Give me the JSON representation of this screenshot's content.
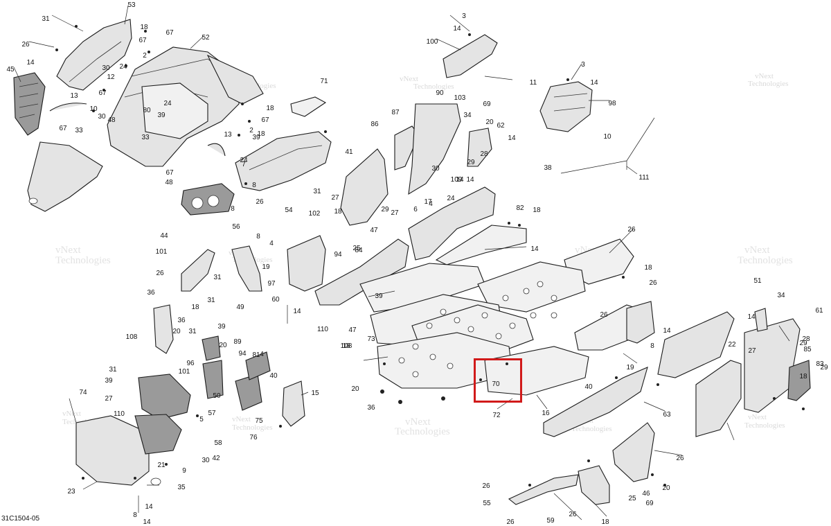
{
  "diagram": {
    "code": "31C1504-05",
    "highlight_color": "#d11a1a",
    "watermark_lines": [
      "vNext",
      "Technologies"
    ],
    "callouts": [
      "53",
      "31",
      "18",
      "67",
      "26",
      "52",
      "14",
      "67",
      "45",
      "2",
      "30",
      "24",
      "12",
      "13",
      "67",
      "71",
      "10",
      "30",
      "33",
      "48",
      "39",
      "80",
      "67",
      "24",
      "33",
      "18",
      "67",
      "18",
      "2",
      "3",
      "14",
      "100",
      "11",
      "103",
      "90",
      "3",
      "14",
      "98",
      "34",
      "87",
      "86",
      "69",
      "62",
      "20",
      "10",
      "38",
      "111",
      "13",
      "39",
      "7",
      "24",
      "41",
      "14",
      "14",
      "24",
      "8",
      "28",
      "29",
      "109",
      "30",
      "67",
      "48",
      "31",
      "27",
      "14",
      "29",
      "17",
      "54",
      "44",
      "8",
      "26",
      "27",
      "18",
      "84",
      "6",
      "4",
      "82",
      "18",
      "47",
      "25",
      "102",
      "94",
      "26",
      "14",
      "56",
      "8",
      "101",
      "4",
      "18",
      "26",
      "19",
      "26",
      "97",
      "31",
      "26",
      "8",
      "60",
      "31",
      "14",
      "49",
      "110",
      "18",
      "36",
      "36",
      "20",
      "31",
      "108",
      "39",
      "47",
      "73",
      "39",
      "18",
      "20",
      "89",
      "31",
      "96",
      "70",
      "72",
      "108",
      "94",
      "81",
      "16",
      "19",
      "40",
      "39",
      "27",
      "101",
      "4",
      "63",
      "20",
      "36",
      "110",
      "50",
      "5",
      "40",
      "15",
      "57",
      "75",
      "58",
      "74",
      "76",
      "30",
      "9",
      "42",
      "21",
      "35",
      "23",
      "14",
      "8",
      "14",
      "26",
      "55",
      "26",
      "59",
      "26",
      "18",
      "46",
      "25",
      "26",
      "20",
      "69",
      "51",
      "34",
      "61",
      "14",
      "29",
      "28",
      "83",
      "29",
      "85",
      "27",
      "18",
      "14",
      "22"
    ]
  }
}
